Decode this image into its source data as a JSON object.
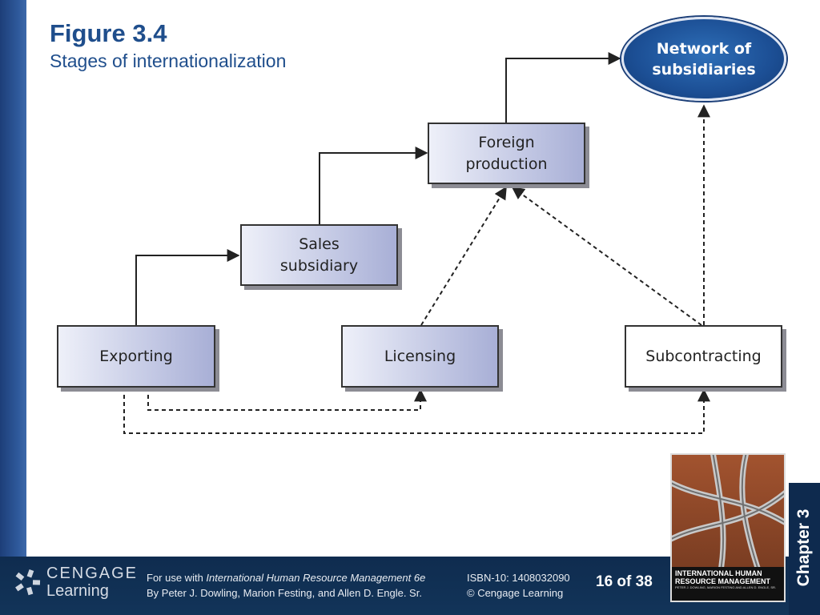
{
  "slide": {
    "title": "Figure 3.4",
    "subtitle": "Stages of internationalization"
  },
  "diagram": {
    "nodes": {
      "network": "Network of subsidiaries",
      "foreign_production": "Foreign production",
      "sales_subsidiary": "Sales subsidiary",
      "exporting": "Exporting",
      "licensing": "Licensing",
      "subcontracting": "Subcontracting"
    },
    "edges": [
      {
        "from": "Exporting",
        "to": "Sales subsidiary",
        "style": "solid"
      },
      {
        "from": "Sales subsidiary",
        "to": "Foreign production",
        "style": "solid"
      },
      {
        "from": "Foreign production",
        "to": "Network of subsidiaries",
        "style": "solid"
      },
      {
        "from": "Licensing",
        "to": "Foreign production",
        "style": "dashed"
      },
      {
        "from": "Subcontracting",
        "to": "Foreign production",
        "style": "dashed"
      },
      {
        "from": "Subcontracting",
        "to": "Network of subsidiaries",
        "style": "dashed"
      },
      {
        "from": "Exporting",
        "to": "Licensing",
        "style": "dashed"
      },
      {
        "from": "Exporting",
        "to": "Subcontracting",
        "style": "dashed"
      }
    ]
  },
  "footer": {
    "logo_line1": "CENGAGE",
    "logo_line2": "Learning",
    "use_prefix": "For use with ",
    "book_title": "International Human Resource Management 6e",
    "authors": "By Peter J. Dowling, Marion Festing, and Allen D. Engle. Sr.",
    "isbn": "ISBN-10: 1408032090",
    "copyright": "© Cengage Learning",
    "page": "16 of 38",
    "chapter": "Chapter 3",
    "cover_title": "INTERNATIONAL HUMAN RESOURCE MANAGEMENT",
    "cover_authors": "PETER J. DOWLING, MARION FESTING AND ALLEN D. ENGLE, SR."
  },
  "colors": {
    "accent": "#1f4e8c",
    "footer_bg": "#0f2c4f",
    "oval_fill": "#1c4f95"
  }
}
